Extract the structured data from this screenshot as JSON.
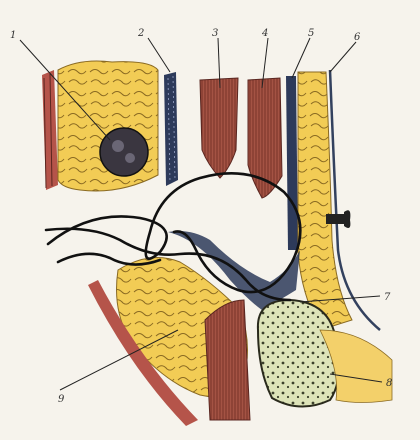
{
  "labels": [
    "1",
    "2",
    "3",
    "4",
    "5",
    "6",
    "7",
    "8",
    "9"
  ],
  "colors": {
    "paper": "#f6f3ec",
    "fat": "#f0c850",
    "fat_line": "#9a7a2a",
    "muscle": "#9b4a3c",
    "muscle_dark": "#5a2620",
    "fascia": "#2d3a5a",
    "bone": "#d8ddb0",
    "suture": "#111111"
  }
}
